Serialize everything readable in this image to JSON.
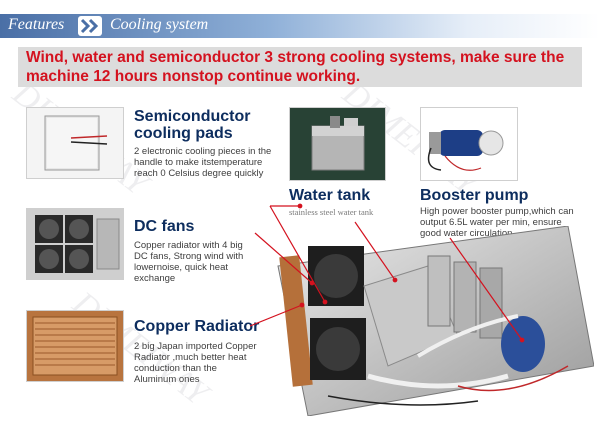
{
  "header": {
    "section": "Features",
    "title": "Cooling system"
  },
  "headline": "Wind, water and semiconductor 3 strong cooling systems, make sure the machine 12 hours nonstop continue working.",
  "features": [
    {
      "title": "Semiconductor cooling pads",
      "description": "2 electronic cooling pieces in the handle to make itstemperature reach 0 Celsius degree quickly"
    },
    {
      "title": "DC fans",
      "description": "Copper radiator with 4 big DC fans, Strong wind with lowernoise, quick heat exchange"
    },
    {
      "title": "Copper Radiator",
      "description": "2 big Japan imported Copper Radiator ,much better heat conduction than the Aluminum ones"
    }
  ],
  "water_tank": {
    "title": "Water tank",
    "subtitle": "stainless steel water tank"
  },
  "booster_pump": {
    "title": "Booster pump",
    "description": "High power booster pump,which can output 6.5L water per min, ensure good water circulation"
  },
  "watermark": "DIMEIWAY",
  "colors": {
    "header_blue": "#4a6fa6",
    "headline_red": "#d4121f",
    "title_navy": "#0d2d5e",
    "callout_red": "#d4121f"
  }
}
